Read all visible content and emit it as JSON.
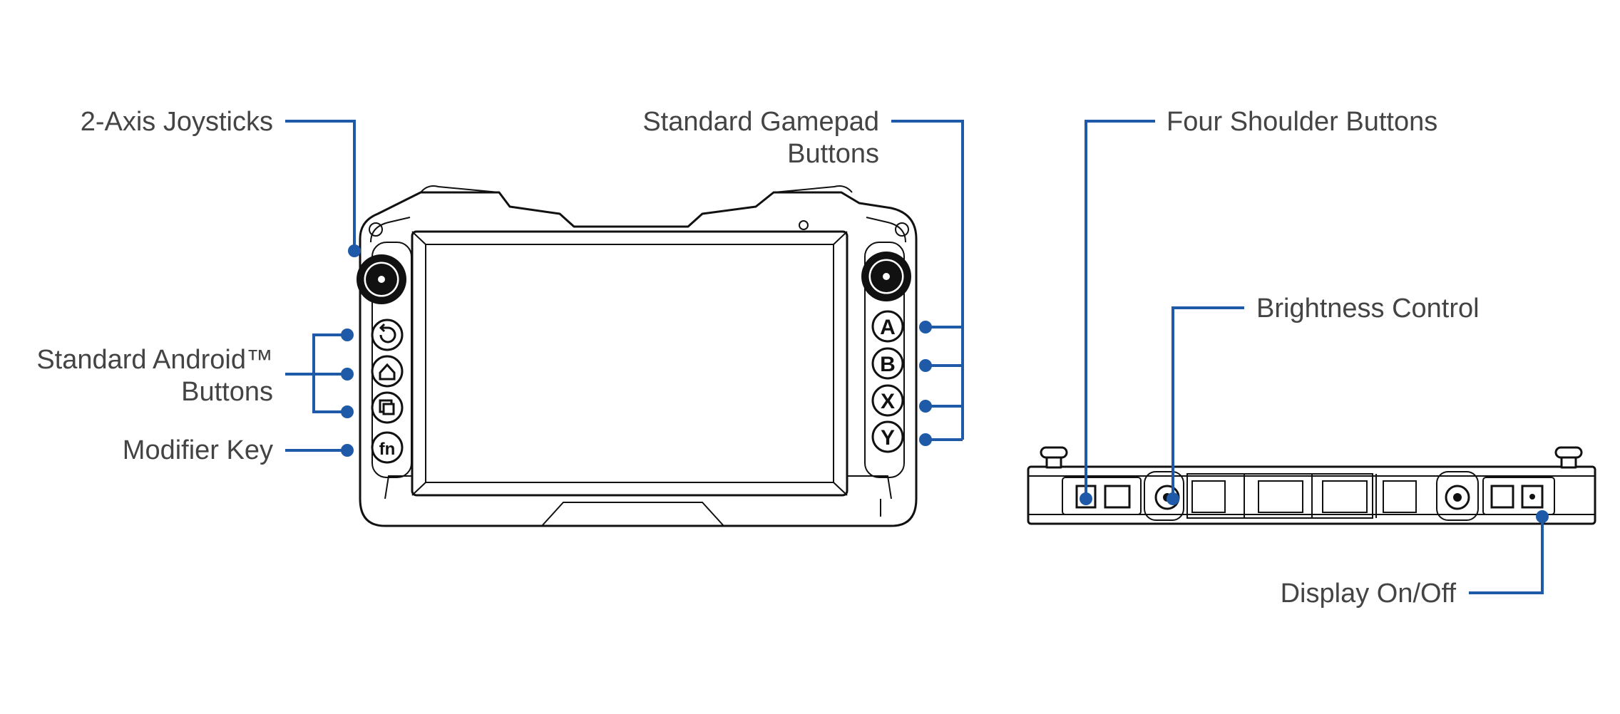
{
  "colors": {
    "leader": "#1e5aa8",
    "label_text": "#444444",
    "device_outline": "#111111"
  },
  "labels": {
    "joysticks": "2-Axis Joysticks",
    "android_line1": "Standard Android™",
    "android_line2": "Buttons",
    "modifier": "Modifier Key",
    "gamepad_line1": "Standard Gamepad",
    "gamepad_line2": "Buttons",
    "shoulder": "Four Shoulder Buttons",
    "brightness": "Brightness Control",
    "display": "Display On/Off"
  },
  "gamepad_buttons": [
    "A",
    "B",
    "X",
    "Y"
  ],
  "modifier_glyph": "fn",
  "icons": {
    "android_buttons": [
      "back-icon",
      "home-icon",
      "recent-apps-icon"
    ],
    "joystick": "joystick-icon"
  }
}
